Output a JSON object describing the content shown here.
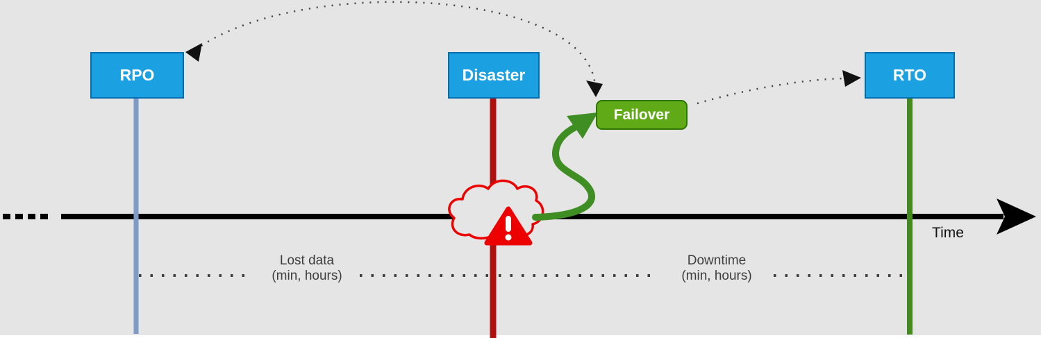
{
  "nodes": {
    "rpo": "RPO",
    "disaster": "Disaster",
    "failover": "Failover",
    "rto": "RTO"
  },
  "annotations": {
    "time_axis": "Time",
    "lost_data": {
      "line1": "Lost data",
      "line2": "(min, hours)"
    },
    "downtime": {
      "line1": "Downtime",
      "line2": "(min, hours)"
    }
  },
  "icons": {
    "disaster_cloud": "cloud-outage-icon",
    "warning": "warning-triangle-icon"
  },
  "colors": {
    "canvas": "#e5e5e5",
    "node-blue-fill": "#1ba1e2",
    "node-blue-border": "#006eaf",
    "node-green-fill": "#60a917",
    "node-green-border": "#2d7600",
    "rpo-line": "#7e9bc8",
    "disaster-line": "#ae1010",
    "rto-line": "#458a1d",
    "timeline": "#000000",
    "dotted": "#404040",
    "green-arrow": "#3e8e23",
    "alert-red": "#ec0000",
    "label-text": "#3d3d3d"
  }
}
